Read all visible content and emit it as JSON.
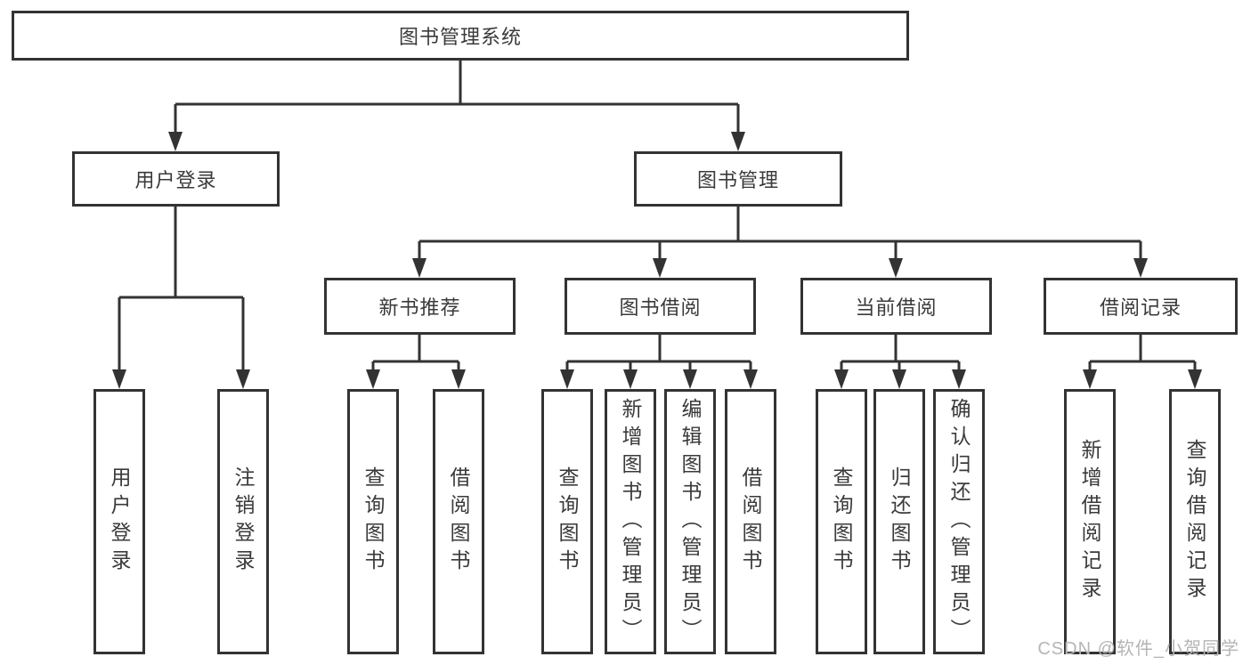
{
  "colors": {
    "line": "#333333",
    "text": "#3a3a3a",
    "watermark": "#b5b5b5",
    "background": "#ffffff"
  },
  "diagram": {
    "root": {
      "label": "图书管理系统"
    },
    "branches": [
      {
        "label": "用户登录",
        "children": [
          {
            "label": "用户登录"
          },
          {
            "label": "注销登录"
          }
        ]
      },
      {
        "label": "图书管理",
        "children": [
          {
            "label": "新书推荐",
            "children": [
              {
                "label": "查询图书"
              },
              {
                "label": "借阅图书"
              }
            ]
          },
          {
            "label": "图书借阅",
            "children": [
              {
                "label": "查询图书"
              },
              {
                "label": "新增图书（管理员）"
              },
              {
                "label": "编辑图书（管理员）"
              },
              {
                "label": "借阅图书"
              }
            ]
          },
          {
            "label": "当前借阅",
            "children": [
              {
                "label": "查询图书"
              },
              {
                "label": "归还图书"
              },
              {
                "label": "确认归还（管理员）"
              }
            ]
          },
          {
            "label": "借阅记录",
            "children": [
              {
                "label": "新增借阅记录"
              },
              {
                "label": "查询借阅记录"
              }
            ]
          }
        ]
      }
    ]
  },
  "watermark": {
    "text": "CSDN @软件_小贺同学"
  }
}
